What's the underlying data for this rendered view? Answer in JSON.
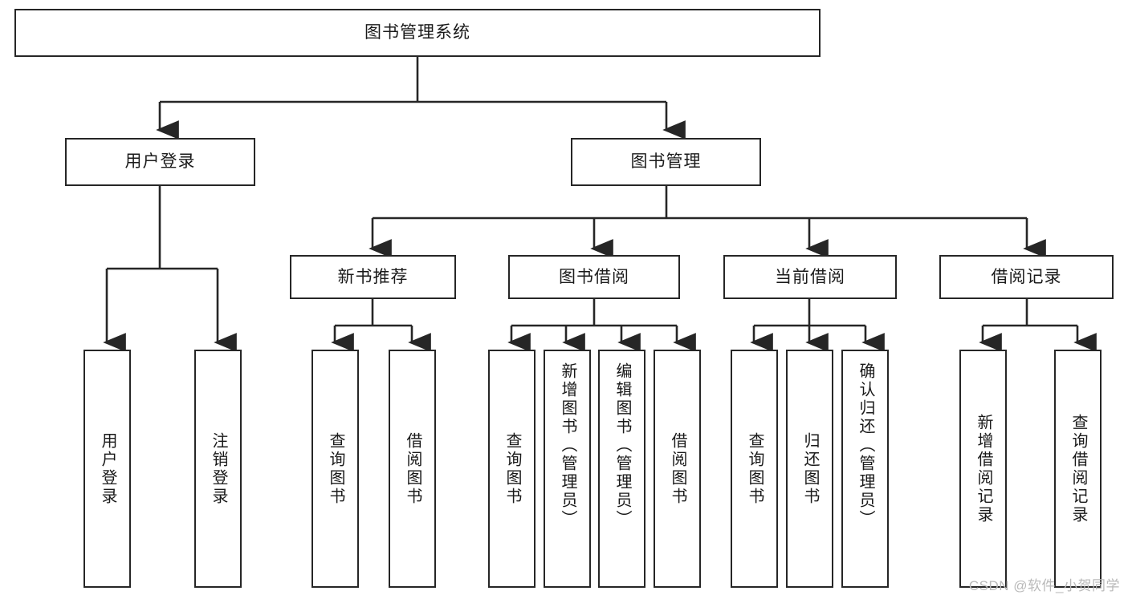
{
  "diagram": {
    "type": "tree-hierarchy",
    "title": "图书管理系统",
    "root": {
      "id": "root",
      "label": "图书管理系统"
    },
    "level2": [
      {
        "id": "user-login",
        "label": "用户登录"
      },
      {
        "id": "book-manage",
        "label": "图书管理"
      }
    ],
    "level3": [
      {
        "id": "new-book-recommend",
        "label": "新书推荐"
      },
      {
        "id": "book-borrow",
        "label": "图书借阅"
      },
      {
        "id": "current-borrow",
        "label": "当前借阅"
      },
      {
        "id": "borrow-record",
        "label": "借阅记录"
      }
    ],
    "leaves": [
      {
        "id": "leaf-user-login",
        "label": "用户登录",
        "parent": "user-login"
      },
      {
        "id": "leaf-user-logout",
        "label": "注销登录",
        "parent": "user-login"
      },
      {
        "id": "leaf-query-book-1",
        "label": "查询图书",
        "parent": "new-book-recommend"
      },
      {
        "id": "leaf-borrow-book-1",
        "label": "借阅图书",
        "parent": "new-book-recommend"
      },
      {
        "id": "leaf-query-book-2",
        "label": "查询图书",
        "parent": "book-borrow"
      },
      {
        "id": "leaf-add-book",
        "label": "新增图书（管理员）",
        "parent": "book-borrow"
      },
      {
        "id": "leaf-edit-book",
        "label": "编辑图书（管理员）",
        "parent": "book-borrow"
      },
      {
        "id": "leaf-borrow-book-2",
        "label": "借阅图书",
        "parent": "book-borrow"
      },
      {
        "id": "leaf-query-book-3",
        "label": "查询图书",
        "parent": "current-borrow"
      },
      {
        "id": "leaf-return-book",
        "label": "归还图书",
        "parent": "current-borrow"
      },
      {
        "id": "leaf-confirm-return",
        "label": "确认归还（管理员）",
        "parent": "current-borrow"
      },
      {
        "id": "leaf-add-record",
        "label": "新增借阅记录",
        "parent": "borrow-record"
      },
      {
        "id": "leaf-query-record",
        "label": "查询借阅记录",
        "parent": "borrow-record"
      }
    ],
    "colors": {
      "stroke": "#262626",
      "fill": "#ffffff",
      "text": "#1a1a1a",
      "watermark": "#b9b9b9"
    }
  },
  "watermark": {
    "text": "CSDN @软件_小贺同学"
  }
}
